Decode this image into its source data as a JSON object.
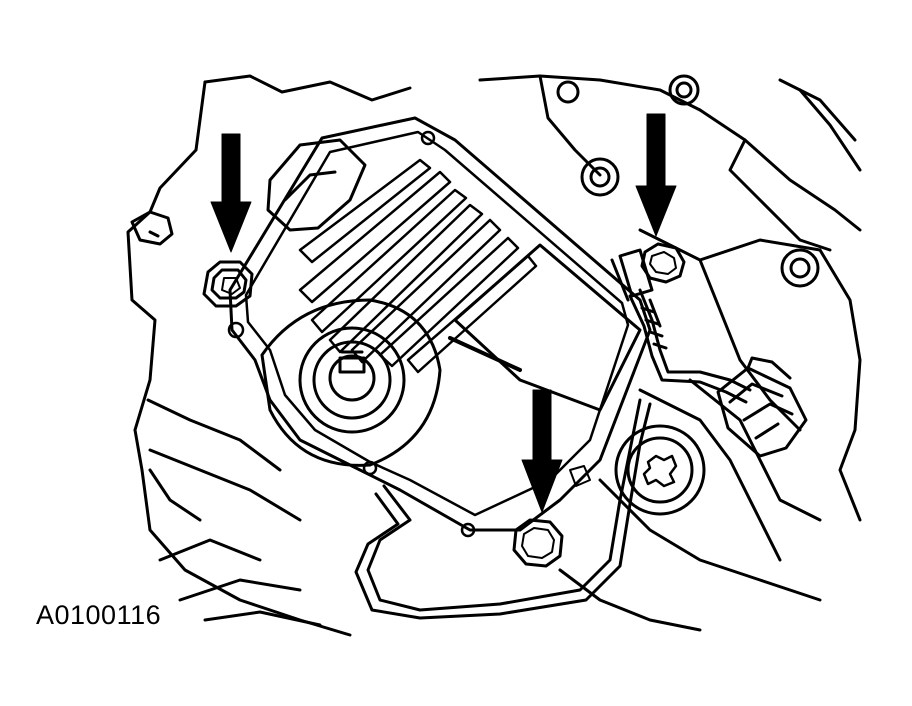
{
  "figure": {
    "id_label": "A0100116"
  },
  "colors": {
    "line": "#000000",
    "background": "#ffffff"
  },
  "callouts": [
    {
      "name": "arrow-left-bolt",
      "points_to": "bolt"
    },
    {
      "name": "arrow-right-bolt",
      "points_to": "bolt"
    },
    {
      "name": "arrow-bottom-bolt",
      "points_to": "bolt"
    }
  ]
}
